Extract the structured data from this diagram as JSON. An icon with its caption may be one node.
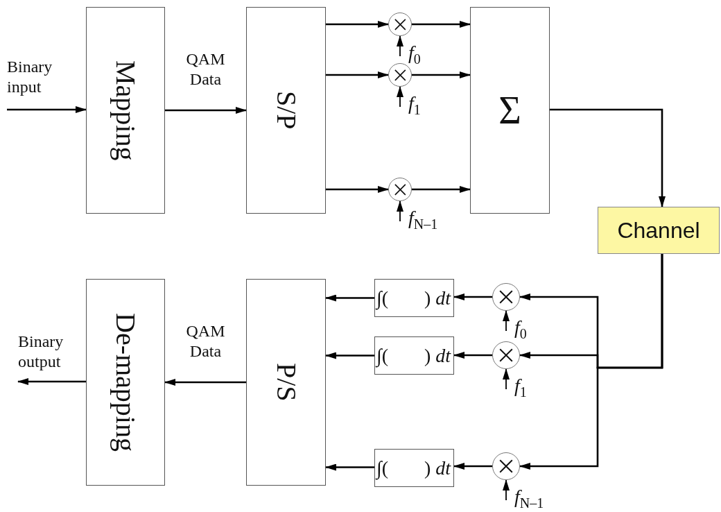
{
  "diagram": {
    "nodes": [
      {
        "text": [
          "Binary input"
        ]
      },
      {
        "text": [
          "Mapping"
        ]
      },
      {
        "text": [
          "S/P"
        ]
      },
      {
        "text": [],
        "shape": "circle"
      },
      {
        "text": [
          "*f*$_{0}$"
        ]
      },
      {
        "text": [],
        "shape": "circle"
      },
      {
        "text": [
          "*f*$_{1}$"
        ]
      },
      {
        "text": [],
        "shape": "circle"
      },
      {
        "text": [
          "*f*$_{N–1}$"
        ]
      },
      {
        "text": [
          "Σ"
        ]
      },
      {
        "text": [
          "Channel"
        ]
      },
      {
        "text": [],
        "shape": "circle"
      },
      {
        "text": [
          "*f*$_{0}$"
        ]
      },
      {
        "text": [],
        "shape": "circle"
      },
      {
        "text": [
          "*f*$_{1}$"
        ]
      },
      {
        "text": [],
        "shape": "circle"
      },
      {
        "text": [
          "*f*$_{N–1}$"
        ]
      },
      {
        "text": [
          "∫(",
          ") *dt*"
        ]
      },
      {
        "text": [
          "∫(",
          ") *dt*"
        ]
      },
      {
        "text": [
          "∫(",
          ") *dt*"
        ]
      },
      {
        "text": [
          "P/S"
        ]
      },
      {
        "text": [
          "De-mapping"
        ]
      },
      {
        "text": [
          "Binary output"
        ]
      }
    ],
    "edges": [
      {
        "from": 0,
        "to": 1,
        "arrow": "to"
      },
      {
        "from": 1,
        "to": 2,
        "arrow": "to",
        "label": "QAM Data"
      },
      {
        "from": 2,
        "to": 3,
        "arrow": "to"
      },
      {
        "from": 3,
        "to": 9,
        "arrow": "to"
      },
      {
        "from": 4,
        "to": 3,
        "arrow": "to"
      },
      {
        "from": 2,
        "to": 5,
        "arrow": "to"
      },
      {
        "from": 5,
        "to": 9,
        "arrow": "to"
      },
      {
        "from": 6,
        "to": 5,
        "arrow": "to"
      },
      {
        "from": 2,
        "to": 7,
        "arrow": "to"
      },
      {
        "from": 7,
        "to": 9,
        "arrow": "to"
      },
      {
        "from": 8,
        "to": 7,
        "arrow": "to"
      },
      {
        "from": 9,
        "to": 10,
        "arrow": "to"
      },
      {
        "from": 10,
        "to": 11,
        "arrow": "to"
      },
      {
        "from": 10,
        "to": 13,
        "arrow": "to"
      },
      {
        "from": 10,
        "to": 15,
        "arrow": "to"
      },
      {
        "from": 12,
        "to": 11,
        "arrow": "to"
      },
      {
        "from": 14,
        "to": 13,
        "arrow": "to"
      },
      {
        "from": 16,
        "to": 15,
        "arrow": "to"
      },
      {
        "from": 11,
        "to": 17,
        "arrow": "to"
      },
      {
        "from": 13,
        "to": 18,
        "arrow": "to"
      },
      {
        "from": 15,
        "to": 19,
        "arrow": "to"
      },
      {
        "from": 17,
        "to": 20,
        "arrow": "to"
      },
      {
        "from": 18,
        "to": 20,
        "arrow": "to"
      },
      {
        "from": 19,
        "to": 20,
        "arrow": "to"
      },
      {
        "from": 20,
        "to": 21,
        "arrow": "to",
        "label": "QAM Data"
      },
      {
        "from": 21,
        "to": 22,
        "arrow": "to"
      }
    ]
  }
}
